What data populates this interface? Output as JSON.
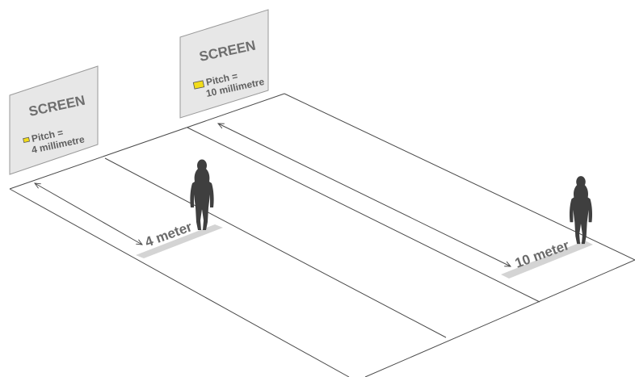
{
  "screens": [
    {
      "title": "SCREEN",
      "pitch_line1": "Pitch =",
      "pitch_line2": "4 millimetre",
      "pixel_color": "#f2dc1a"
    },
    {
      "title": "SCREEN",
      "pitch_line1": "Pitch =",
      "pitch_line2": "10 millimetre",
      "pixel_color": "#f2dc1a"
    }
  ],
  "distances": [
    {
      "label": "4 meter"
    },
    {
      "label": "10 meter"
    }
  ],
  "colors": {
    "panel_fill": "#e7e7e7",
    "panel_stroke": "#9a9a9a",
    "line": "#4a4a4a",
    "person": "#3f3f3f",
    "shadow": "#d4d4d4"
  },
  "icons": [
    "person-silhouette-icon",
    "double-arrow-icon",
    "pixel-square-icon"
  ]
}
